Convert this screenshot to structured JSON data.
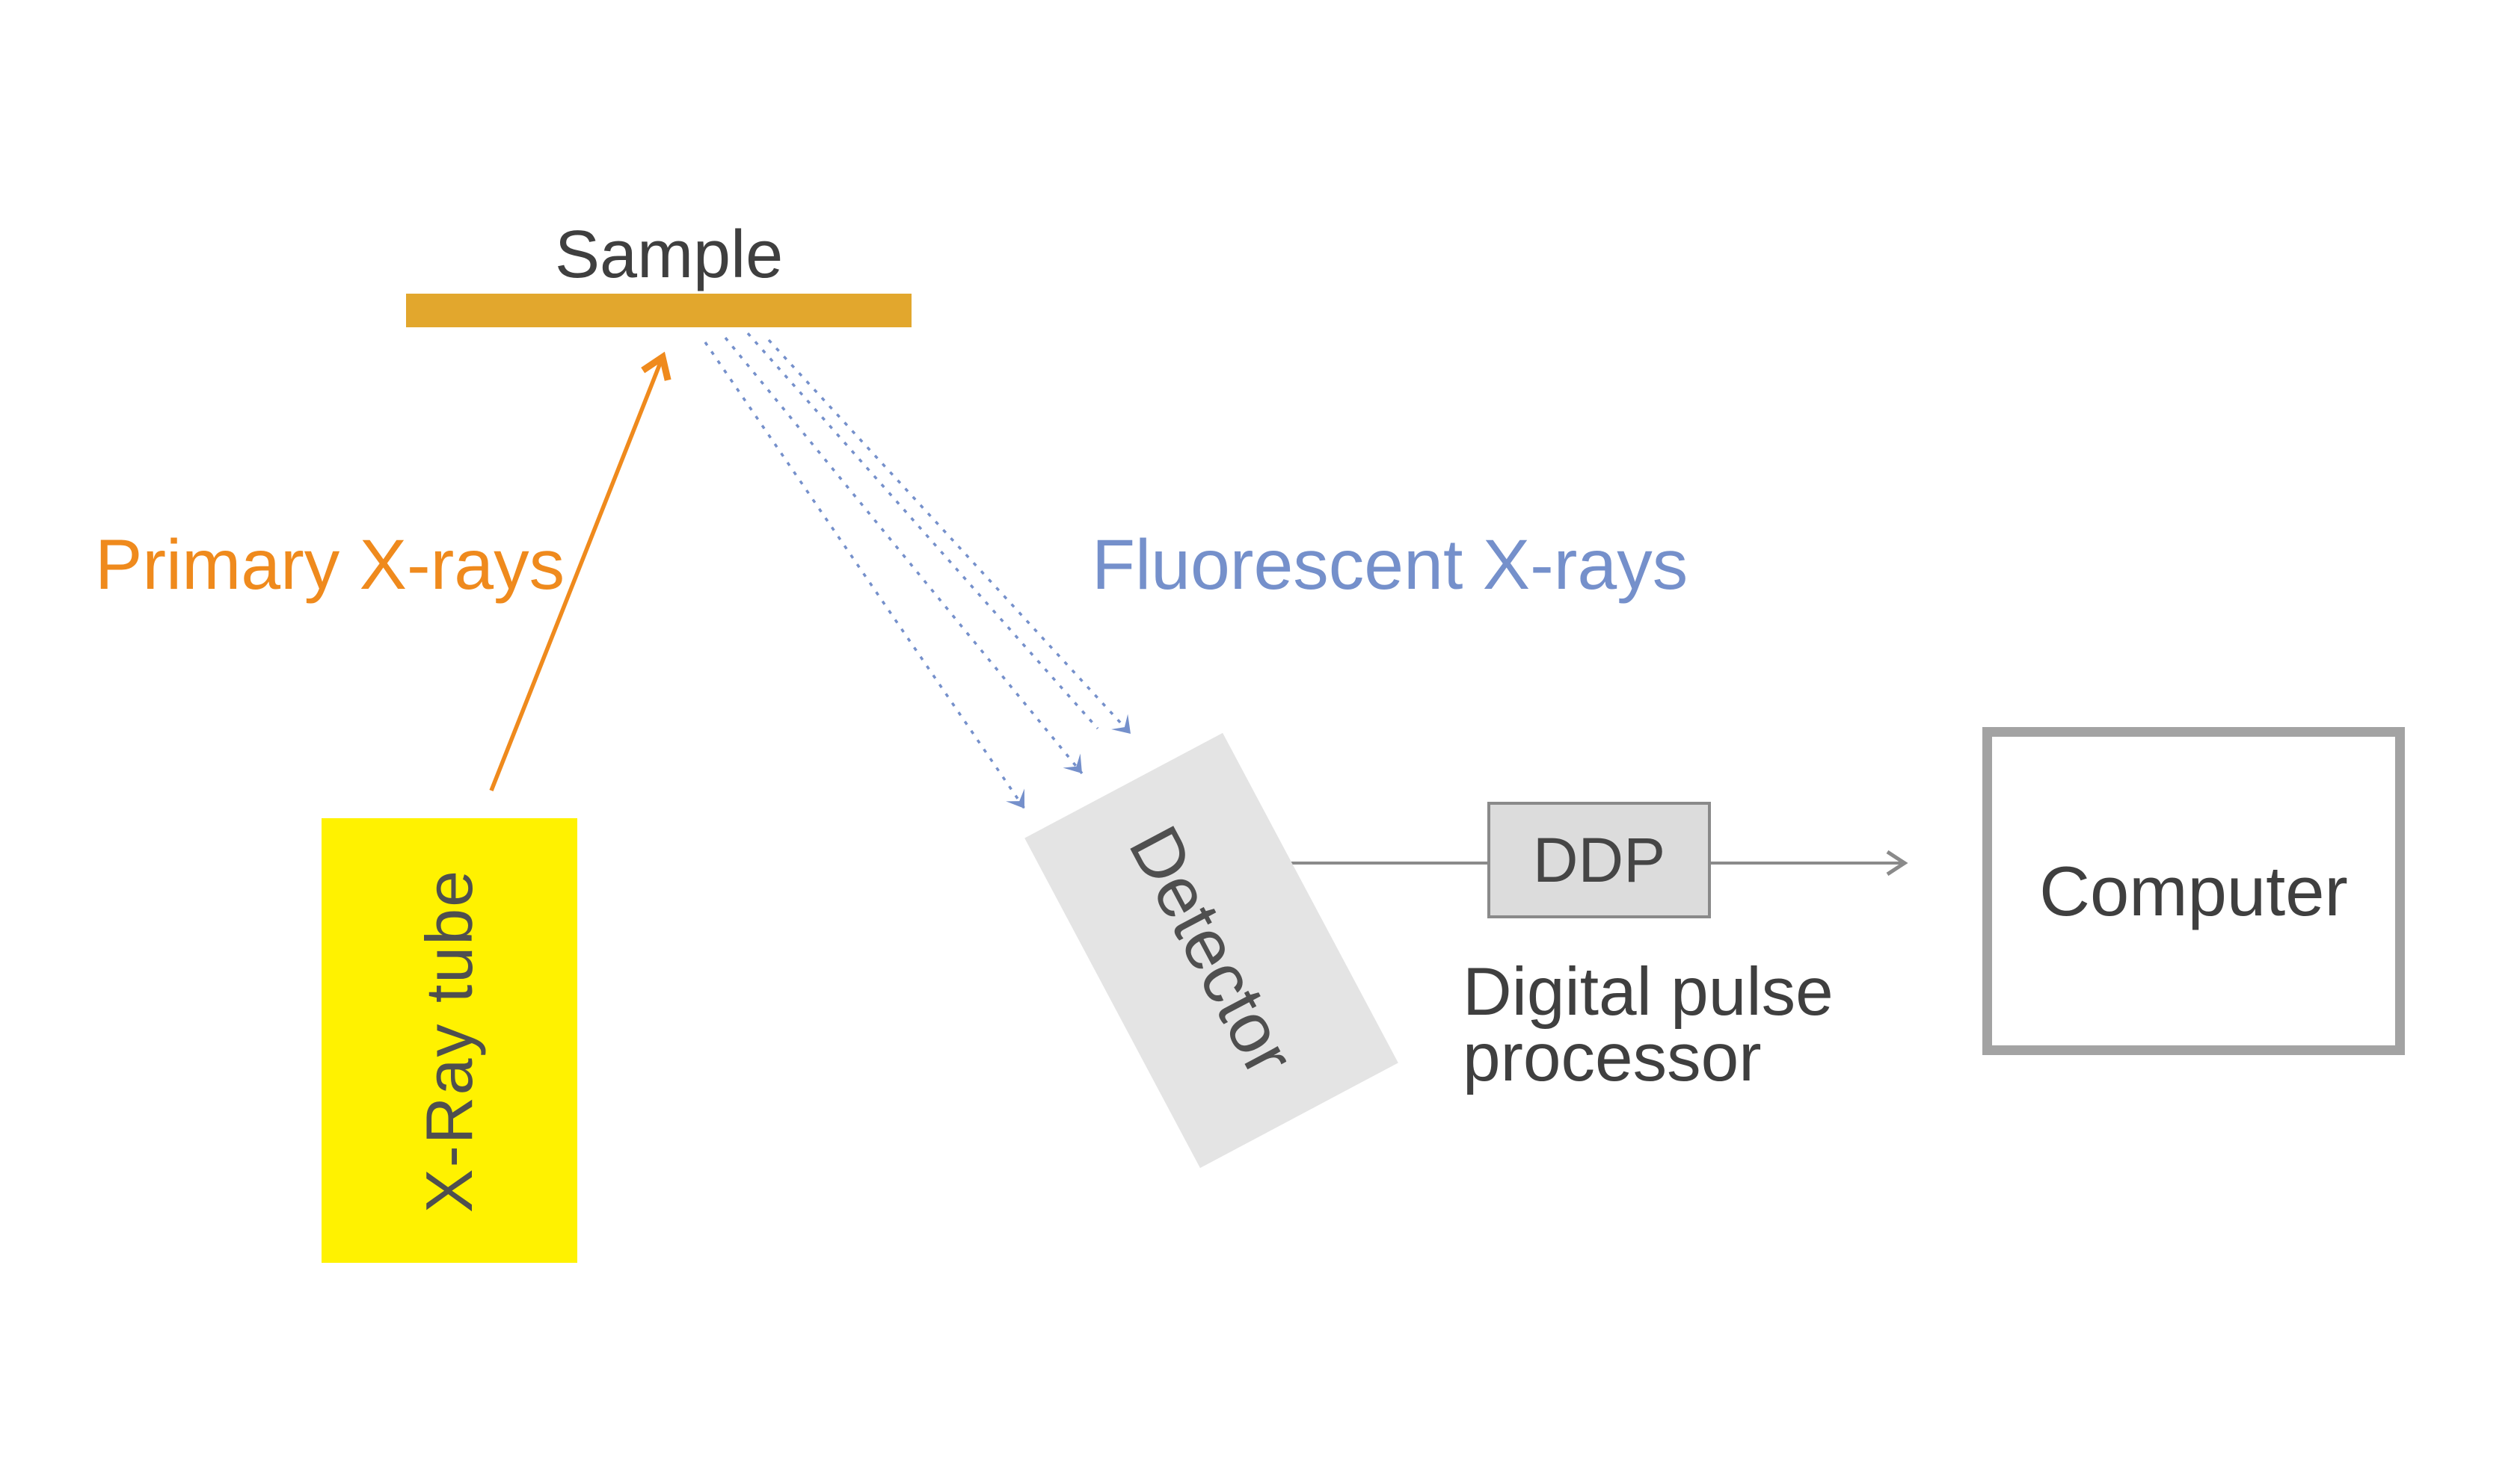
{
  "sample": {
    "label": "Sample",
    "bar_color": "#E2A72D"
  },
  "beams": {
    "primary": {
      "label": "Primary X-rays",
      "color": "#EF8A1D"
    },
    "fluorescent": {
      "label": "Fluorescent X-rays",
      "color": "#7590CB"
    }
  },
  "xray_tube": {
    "label": "X-Ray tube",
    "fill": "#FFF200"
  },
  "detector": {
    "label": "Detector",
    "fill": "#E4E4E4"
  },
  "ddp": {
    "label": "DDP",
    "caption_line1": "Digital pulse",
    "caption_line2": "processor"
  },
  "computer": {
    "label": "Computer"
  }
}
